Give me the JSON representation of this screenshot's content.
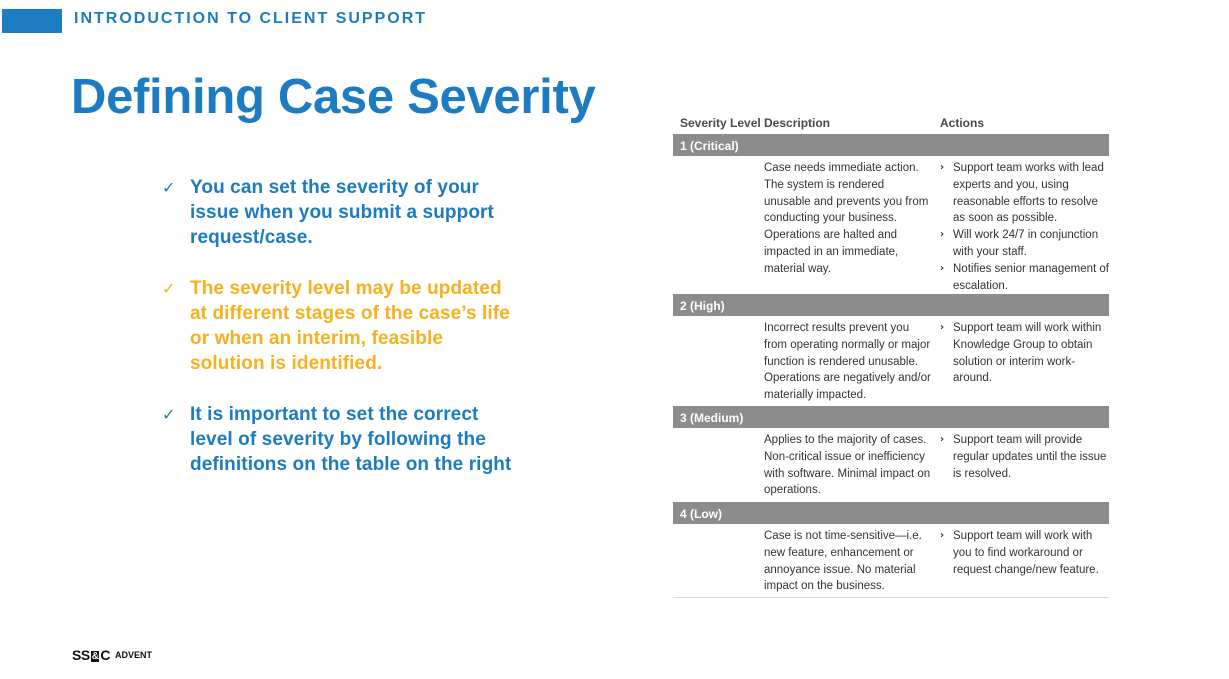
{
  "header": {
    "section_label": "INTRODUCTION TO CLIENT SUPPORT",
    "title": "Defining Case Severity"
  },
  "bullets": [
    {
      "icon": "checkmark-icon",
      "text": "You can set the severity of your issue when you submit a support request/case.",
      "color": "#1c7bc1"
    },
    {
      "icon": "checkmark-icon",
      "text": "The severity level may be updated at different stages of the case’s life or when an interim, feasible solution is identified.",
      "color": "#f7b01e"
    },
    {
      "icon": "checkmark-icon",
      "text": "It is important to set the correct level of severity by following the definitions on the table on the right",
      "color": "#1c7bc1"
    }
  ],
  "severity_table": {
    "headers": {
      "level": "Severity Level",
      "description": "Description",
      "actions": "Actions"
    },
    "rows": [
      {
        "level": "1 (Critical)",
        "description": "Case needs immediate action. The system is rendered unusable and prevents you from conducting your business. Operations are halted and impacted in an immediate, material way.",
        "actions": [
          "Support team works with lead experts and you, using reasonable efforts to resolve as soon as possible.",
          "Will work 24/7 in conjunction with your staff.",
          "Notifies senior management of escalation."
        ]
      },
      {
        "level": "2 (High)",
        "description": "Incorrect results prevent you from operating normally or major function is rendered unusable. Operations are negatively and/or materially impacted.",
        "actions": [
          "Support team will work within Knowledge Group to obtain solution or interim work-around."
        ]
      },
      {
        "level": "3 (Medium)",
        "description": "Applies to the majority of cases. Non-critical issue or inefficiency with software. Minimal impact on operations.",
        "actions": [
          "Support team will provide regular updates until the issue is resolved."
        ]
      },
      {
        "level": "4 (Low)",
        "description": "Case is not time-sensitive—i.e. new feature, enhancement or annoyance issue. No material impact on the business.",
        "actions": [
          "Support team will work with you to find workaround or request change/new feature."
        ]
      }
    ]
  },
  "footer": {
    "logo_left": "SS",
    "logo_amp": "&",
    "logo_right": "C",
    "logo_sub": "ADVENT"
  },
  "colors": {
    "brand_blue": "#1c7bc1",
    "highlight_yellow": "#f7b01e",
    "table_bar": "#8c8c8c"
  }
}
